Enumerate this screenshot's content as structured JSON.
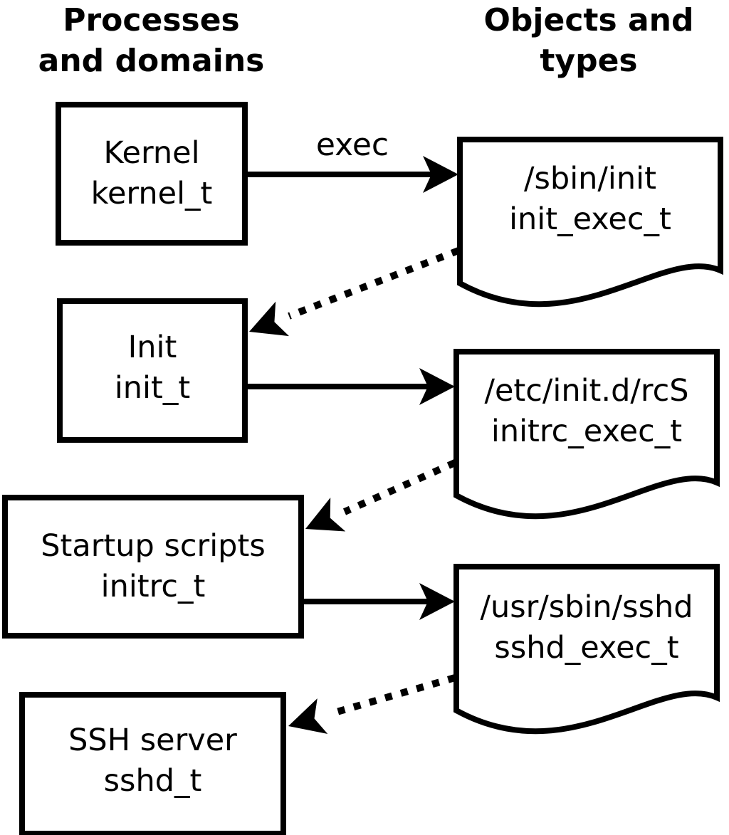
{
  "headings": {
    "left": {
      "line1": "Processes",
      "line2": "and domains"
    },
    "right": {
      "line1": "Objects and",
      "line2": "types"
    }
  },
  "process_boxes": [
    {
      "label": "Kernel",
      "domain": "kernel_t"
    },
    {
      "label": "Init",
      "domain": "init_t"
    },
    {
      "label": "Startup scripts",
      "domain": "initrc_t"
    },
    {
      "label": "SSH server",
      "domain": "sshd_t"
    }
  ],
  "object_nodes": [
    {
      "path": "/sbin/init",
      "type": "init_exec_t"
    },
    {
      "path": "/etc/init.d/rcS",
      "type": "initrc_exec_t"
    },
    {
      "path": "/usr/sbin/sshd",
      "type": "sshd_exec_t"
    }
  ],
  "edges": [
    {
      "from": "kernel_t",
      "to": "init_exec_t",
      "style": "solid",
      "label": "exec"
    },
    {
      "from": "init_exec_t",
      "to": "init_t",
      "style": "dotted",
      "label": ""
    },
    {
      "from": "init_t",
      "to": "initrc_exec_t",
      "style": "solid",
      "label": ""
    },
    {
      "from": "initrc_exec_t",
      "to": "initrc_t",
      "style": "dotted",
      "label": ""
    },
    {
      "from": "initrc_t",
      "to": "sshd_exec_t",
      "style": "solid",
      "label": ""
    },
    {
      "from": "sshd_exec_t",
      "to": "sshd_t",
      "style": "dotted",
      "label": ""
    }
  ],
  "colors": {
    "ink": "#000000",
    "background": "#ffffff"
  }
}
